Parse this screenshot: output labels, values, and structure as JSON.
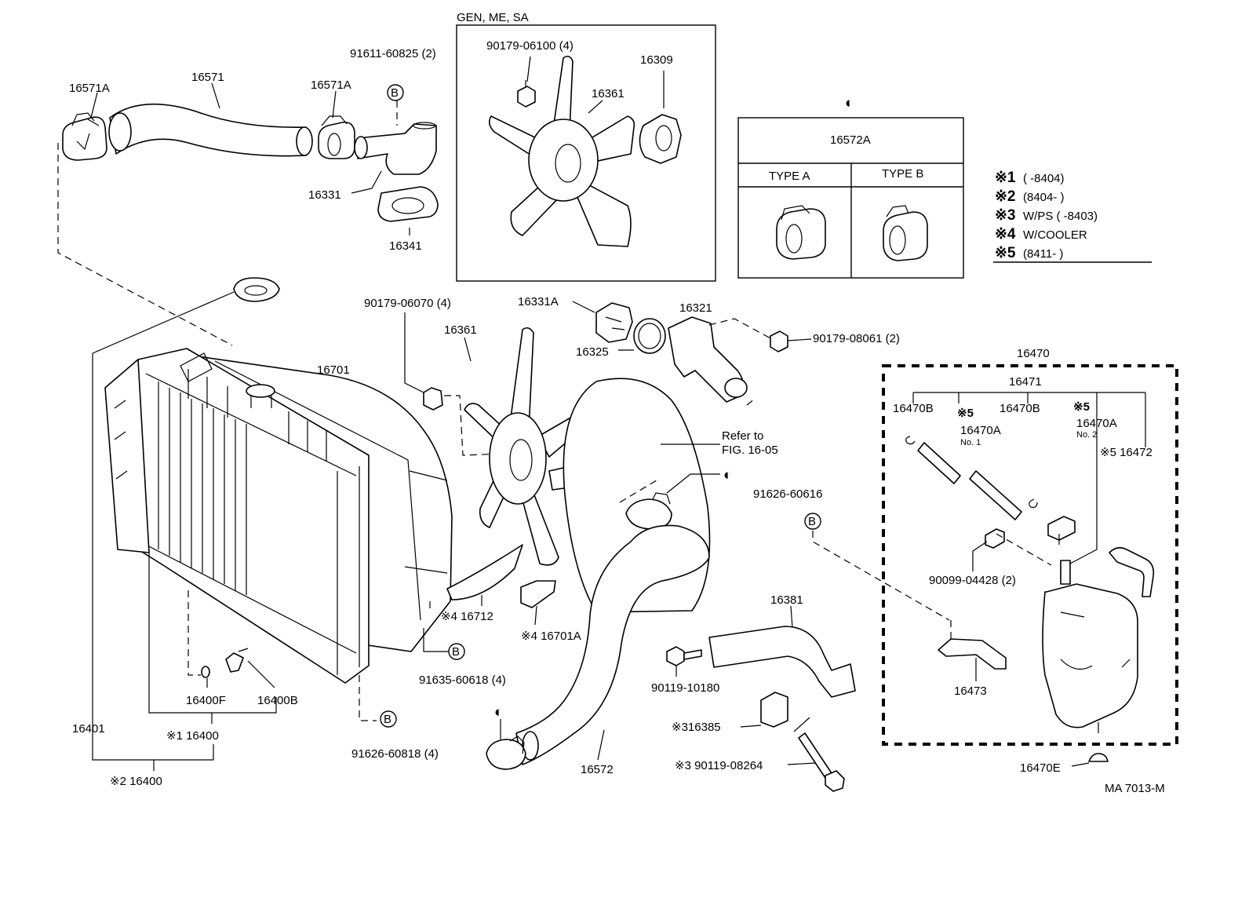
{
  "fig_id": "MA 7013-M",
  "inset_fan": {
    "header": "GEN, ME, SA",
    "bolt": "90179-06100 (4)",
    "fan": "16361",
    "coupling": "16309"
  },
  "hose_clamp_table": {
    "symbol": "◐",
    "part": "16572A",
    "type_a": "TYPE A",
    "type_b": "TYPE B"
  },
  "legend": [
    {
      "mark": "※1",
      "text": "(        -8404)"
    },
    {
      "mark": "※2",
      "text": "(8404-        )"
    },
    {
      "mark": "※3",
      "text": "W/PS (        -8403)"
    },
    {
      "mark": "※4",
      "text": "W/COOLER"
    },
    {
      "mark": "※5",
      "text": "(8411-        )"
    }
  ],
  "labels": {
    "p16571A_l": "16571A",
    "p16571": "16571",
    "p16571A_r": "16571A",
    "p91611": "91611-60825 (2)",
    "b_top": "B",
    "p16331": "16331",
    "p16341": "16341",
    "p90179_06070": "90179-06070 (4)",
    "p16361": "16361",
    "p16331A": "16331A",
    "p16321": "16321",
    "p16325": "16325",
    "p90179_08061": "90179-08061 (2)",
    "p16701": "16701",
    "refer": "Refer to",
    "refer_fig": "FIG. 16-05",
    "half_mid": "◐",
    "p91626_60616": "91626-60616",
    "b_mid": "B",
    "p16712": "※4 16712",
    "p16701A": "※4 16701A",
    "b_bottom": "B",
    "p91635": "91635-60618 (4)",
    "p91626_60818": "91626-60818 (4)",
    "b_lower": "B",
    "p16400F": "16400F",
    "p16400B": "16400B",
    "p16400_1": "※1 16400",
    "p16401": "16401",
    "p16400_2": "※2 16400",
    "half_bottom": "◐",
    "p16572": "16572",
    "p16381": "16381",
    "p90119_10180": "90119-10180",
    "p16385": "※316385",
    "p90119_08264": "※3 90119-08264"
  },
  "reservoir": {
    "p16470": "16470",
    "p16471": "16471",
    "p16470B_l": "16470B",
    "mark5_a": "※5",
    "p16470B_r": "16470B",
    "mark5_b": "※5",
    "p16470A_1": "16470A",
    "no1": "No. 1",
    "p16470A_2": "16470A",
    "no2": "No. 2",
    "p16472": "※5 16472",
    "p90099": "90099-04428 (2)",
    "p16473": "16473",
    "p16470E": "16470E"
  }
}
